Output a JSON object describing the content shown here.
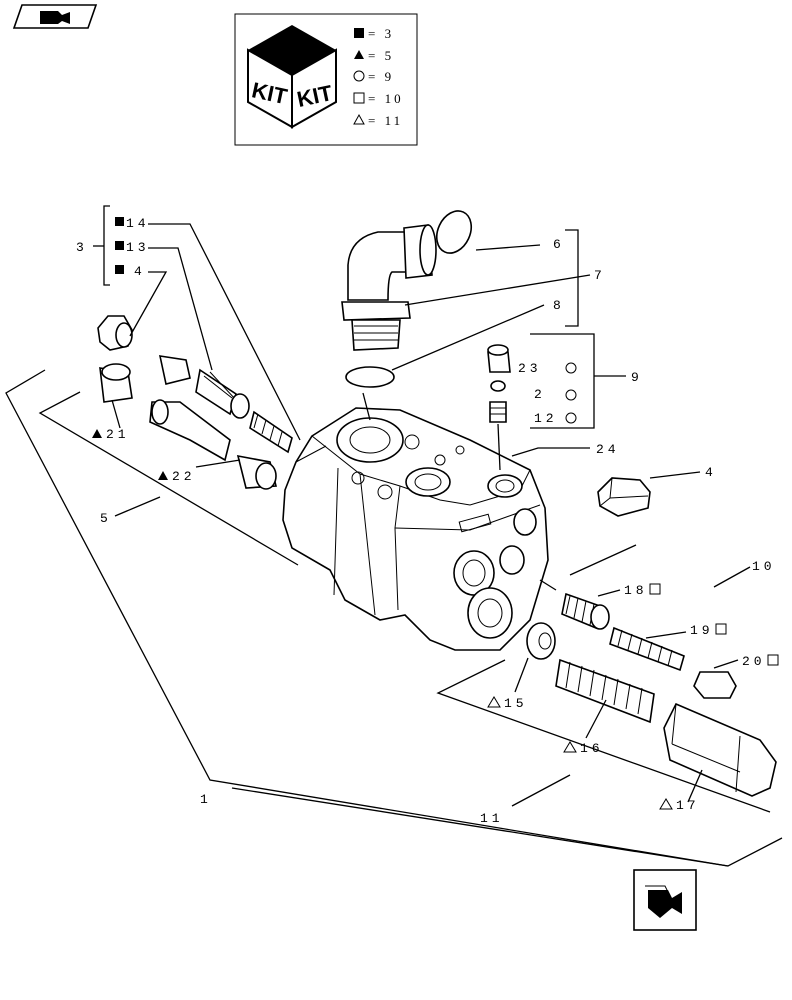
{
  "kit_legend": {
    "kit_text_left": "KIT",
    "kit_text_right": "KIT",
    "items": [
      {
        "symbol": "filled-square",
        "label": "= 3"
      },
      {
        "symbol": "filled-triangle",
        "label": "= 5"
      },
      {
        "symbol": "circle",
        "label": "= 9"
      },
      {
        "symbol": "square",
        "label": "= 10"
      },
      {
        "symbol": "triangle",
        "label": "= 11"
      }
    ]
  },
  "callouts": [
    {
      "id": "14",
      "text": "14",
      "symbol": "filled-square"
    },
    {
      "id": "13",
      "text": "13",
      "symbol": "filled-square"
    },
    {
      "id": "4a",
      "text": "4",
      "symbol": "filled-square"
    },
    {
      "id": "3",
      "text": "3"
    },
    {
      "id": "6",
      "text": "6"
    },
    {
      "id": "7",
      "text": "7"
    },
    {
      "id": "8",
      "text": "8"
    },
    {
      "id": "23",
      "text": "23",
      "symbol": "circle"
    },
    {
      "id": "2",
      "text": "2",
      "symbol": "circle"
    },
    {
      "id": "12",
      "text": "12",
      "symbol": "circle"
    },
    {
      "id": "9",
      "text": "9"
    },
    {
      "id": "24",
      "text": "24"
    },
    {
      "id": "4b",
      "text": "4"
    },
    {
      "id": "21",
      "text": "21",
      "symbol": "filled-triangle"
    },
    {
      "id": "22",
      "text": "22",
      "symbol": "filled-triangle"
    },
    {
      "id": "5",
      "text": "5"
    },
    {
      "id": "10",
      "text": "10"
    },
    {
      "id": "18",
      "text": "18",
      "symbol": "square"
    },
    {
      "id": "19",
      "text": "19",
      "symbol": "square"
    },
    {
      "id": "20",
      "text": "20",
      "symbol": "square"
    },
    {
      "id": "15",
      "text": "15",
      "symbol": "triangle"
    },
    {
      "id": "16",
      "text": "16",
      "symbol": "triangle"
    },
    {
      "id": "17",
      "text": "17",
      "symbol": "triangle"
    },
    {
      "id": "1",
      "text": "1"
    },
    {
      "id": "11",
      "text": "11"
    }
  ]
}
